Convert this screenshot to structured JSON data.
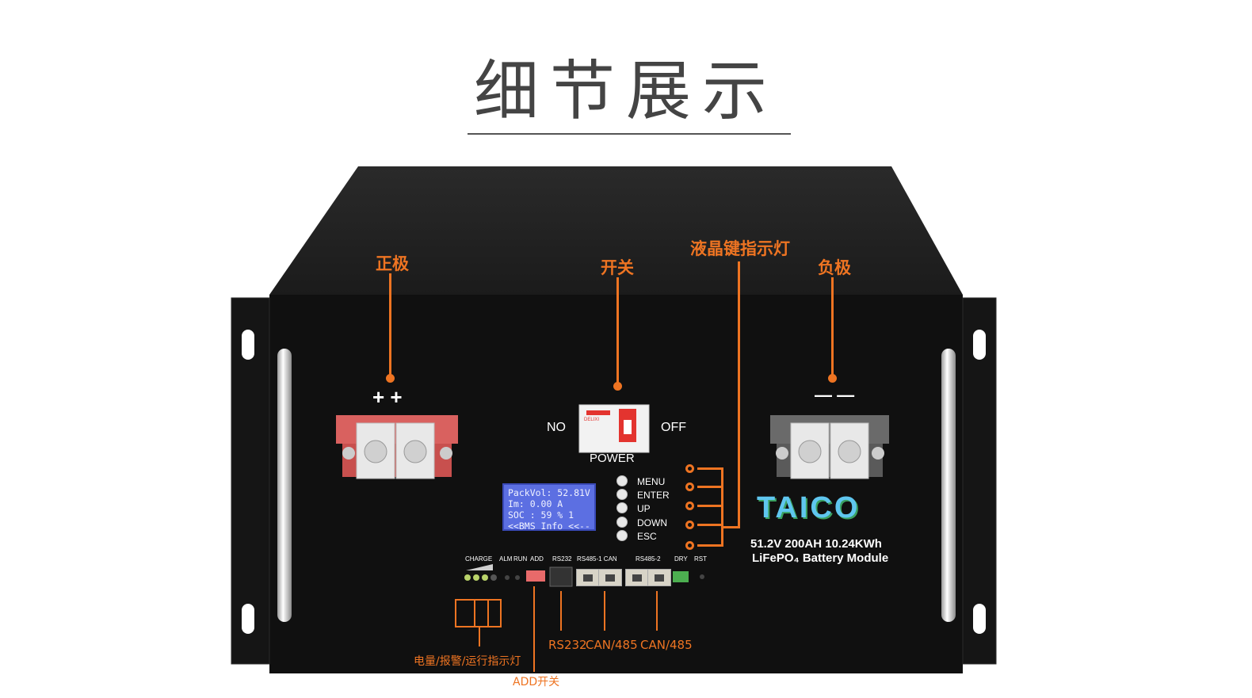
{
  "title": "细节展示",
  "callouts": {
    "positive": "正极",
    "switch": "开关",
    "lcd_keys": "液晶键指示灯",
    "negative": "负极",
    "indicators": "电量/报警/运行指示灯",
    "add_switch": "ADD开关",
    "rs232": "RS232",
    "can485_a": "CAN/485",
    "can485_b": "CAN/485"
  },
  "panel": {
    "plus_marks": "+ +",
    "minus_marks": "— —",
    "no_label": "NO",
    "off_label": "OFF",
    "power_label": "POWER",
    "buttons": [
      "MENU",
      "ENTER",
      "UP",
      "DOWN",
      "ESC"
    ],
    "brand": "TAICO",
    "spec_line1": "51.2V 200AH 10.24KWh",
    "spec_line2": "LiFePO₄ Battery Module",
    "port_labels": {
      "charge": "CHARGE",
      "alm": "ALM",
      "run": "RUN",
      "add": "ADD",
      "rs232": "RS232",
      "rs485_1": "RS485-1 CAN",
      "rs485_2": "RS485-2",
      "dry": "DRY",
      "rst": "RST"
    },
    "breaker_brand": "DELIXI"
  },
  "lcd": {
    "line1": "PackVol: 52.81V",
    "line2": "Im:    0.00 A",
    "line3": "SOC :  59 %  1",
    "line4": "<<BMS Info <<--"
  },
  "colors": {
    "accent": "#ee7422",
    "chassis": "#1e1e1e",
    "front_panel": "#0f0f0f",
    "positive_terminal": "#d9615f",
    "negative_terminal": "#6a6a6a",
    "lcd_bg": "#5c6fe2"
  }
}
